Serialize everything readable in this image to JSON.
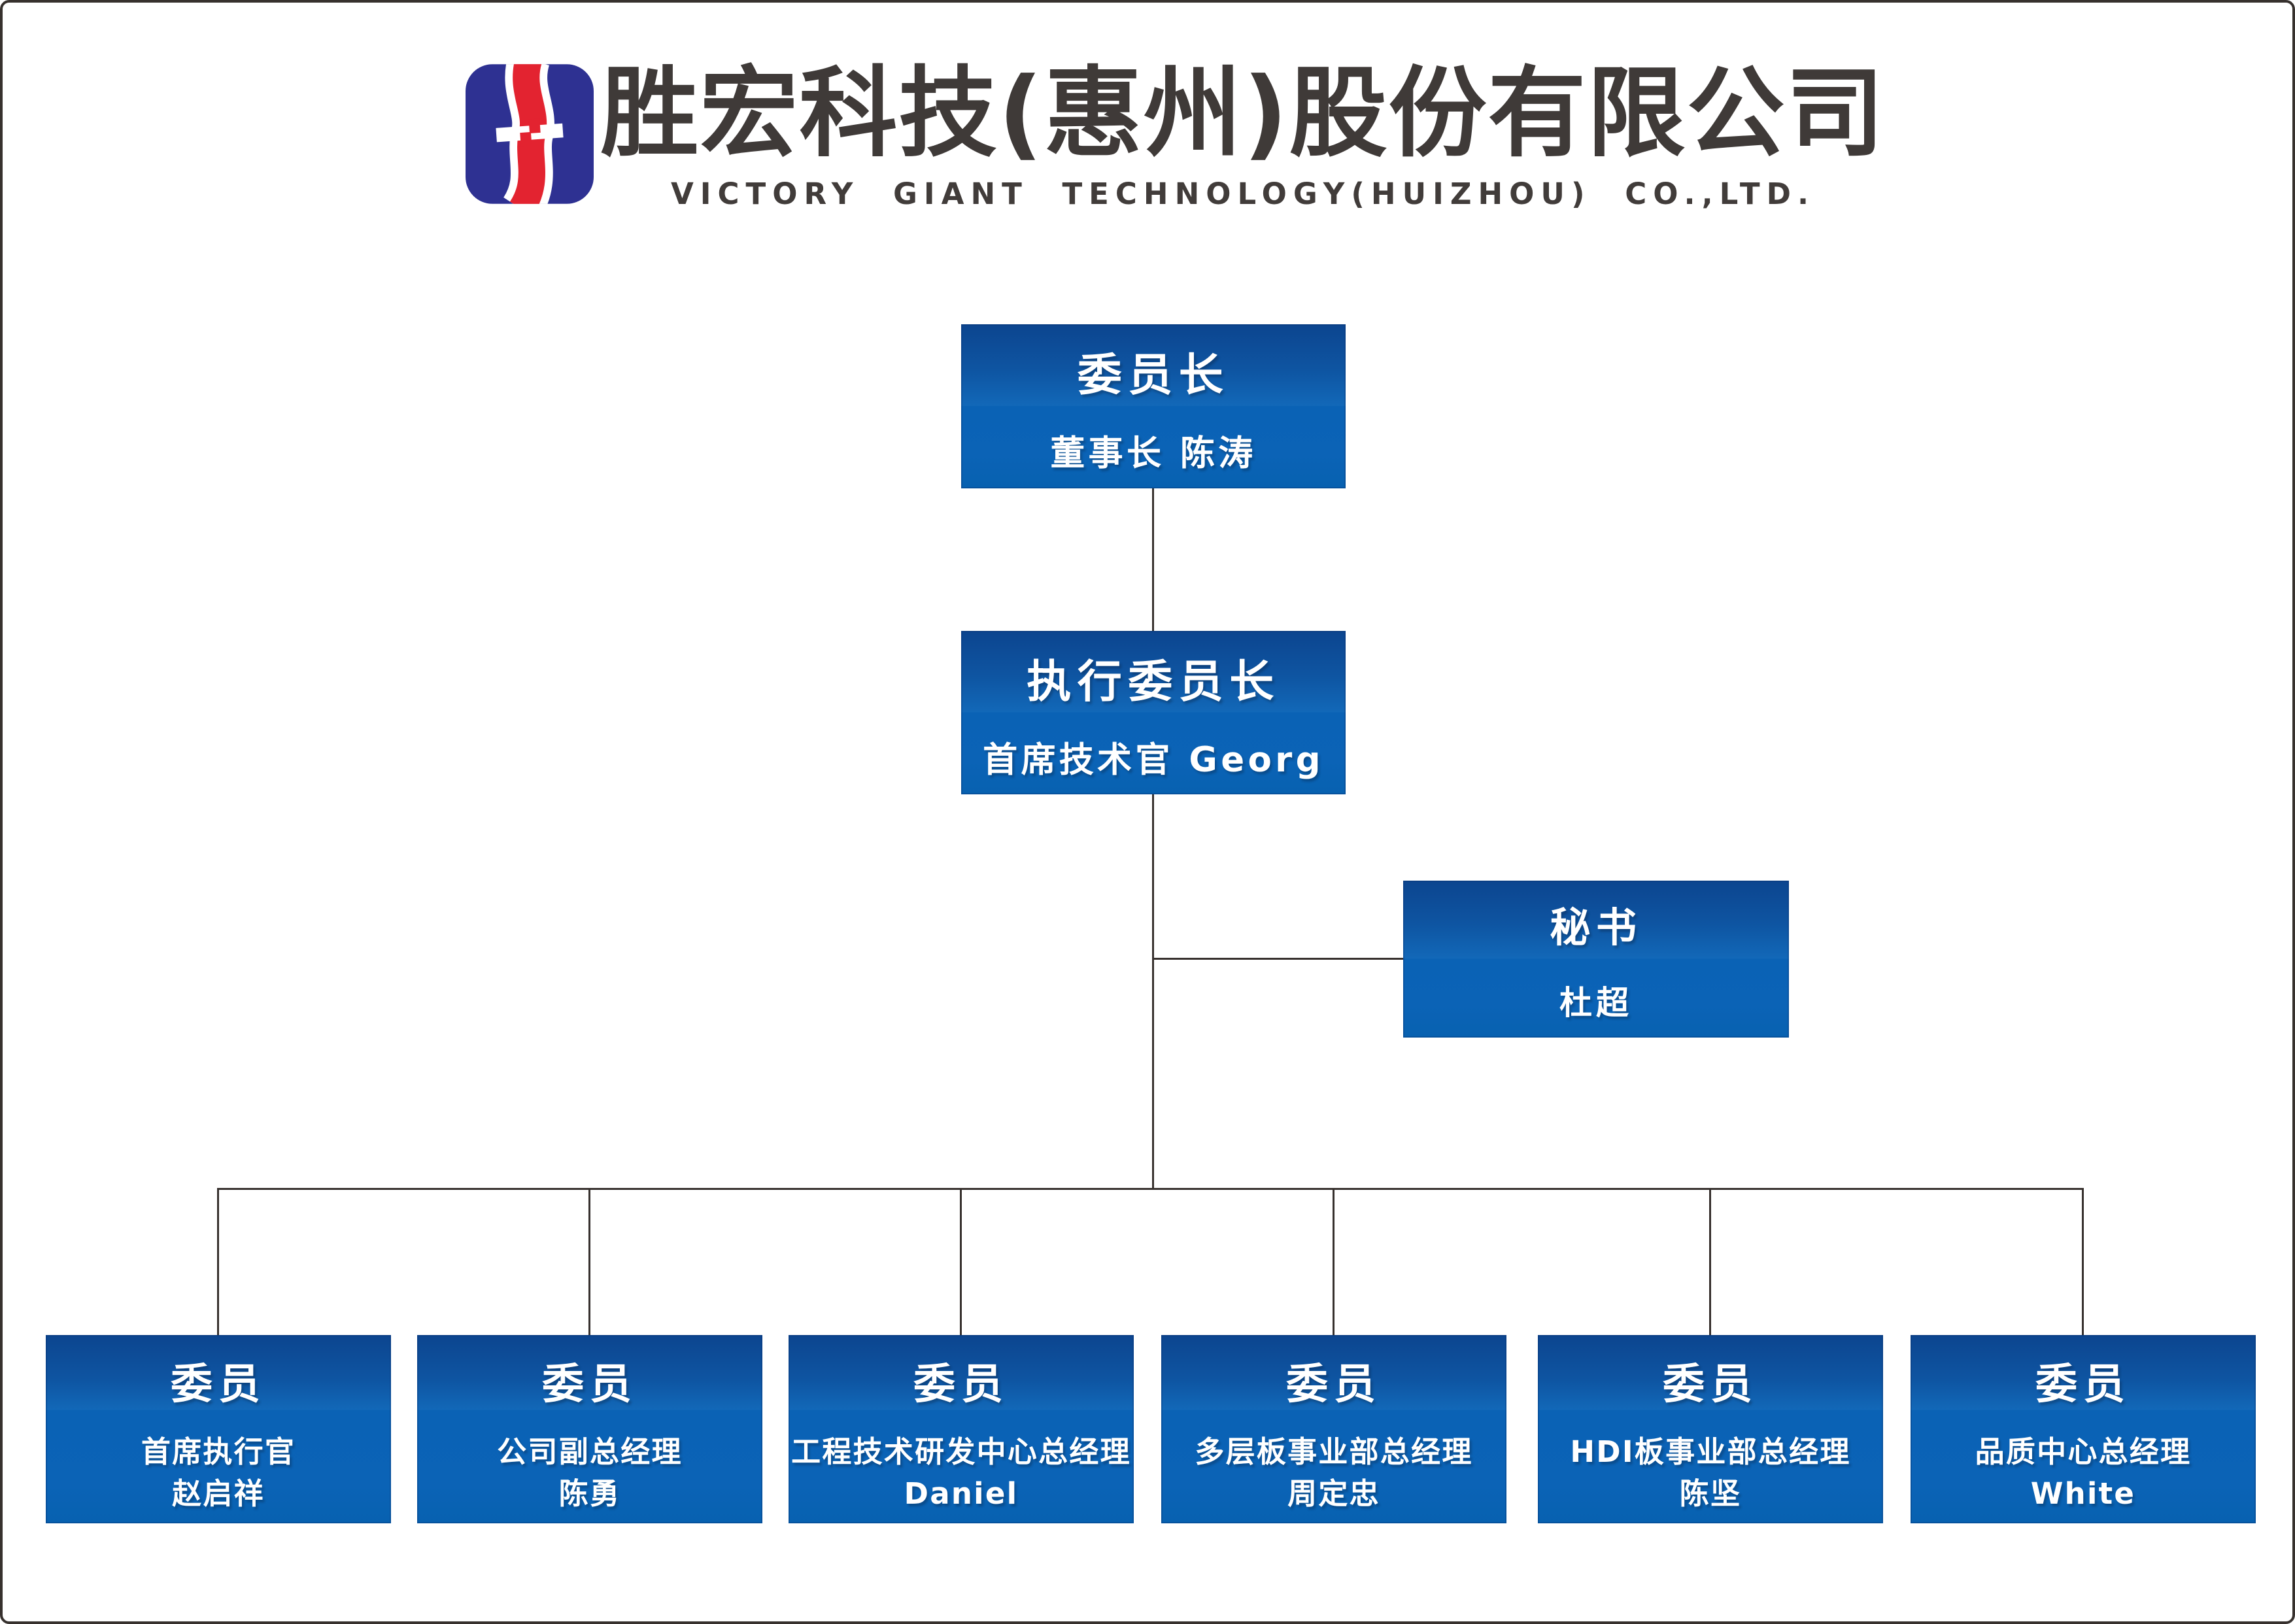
{
  "header": {
    "logo_name": "victory-giant-s-logo",
    "company_name_zh": "胜宏科技(惠州)股份有限公司",
    "company_name_en": "VICTORY GIANT TECHNOLOGY(HUIZHOU) CO.,LTD."
  },
  "palette": {
    "logo_blue": "#2e3192",
    "logo_red": "#e32330",
    "box_blue_dark": "#0c458f",
    "box_blue_light": "#1268b8",
    "box_blue_flat": "#0a62b5",
    "line_color": "#37312e",
    "text_dark": "#3f3a38",
    "text_on_box": "#ffffff"
  },
  "org": {
    "root": {
      "title": "委员长",
      "name": "董事长 陈涛"
    },
    "executive": {
      "title": "执行委员长",
      "name": "首席技术官 Georg"
    },
    "secretary": {
      "title": "秘书",
      "name": "杜超"
    },
    "members": [
      {
        "title": "委员",
        "role": "首席执行官",
        "person": "赵启祥"
      },
      {
        "title": "委员",
        "role": "公司副总经理",
        "person": "陈勇"
      },
      {
        "title": "委员",
        "role": "工程技术研发中心总经理",
        "person": "Daniel"
      },
      {
        "title": "委员",
        "role": "多层板事业部总经理",
        "person": "周定忠"
      },
      {
        "title": "委员",
        "role": "HDI板事业部总经理",
        "person": "陈坚"
      },
      {
        "title": "委员",
        "role": "品质中心总经理",
        "person": "White"
      }
    ]
  }
}
